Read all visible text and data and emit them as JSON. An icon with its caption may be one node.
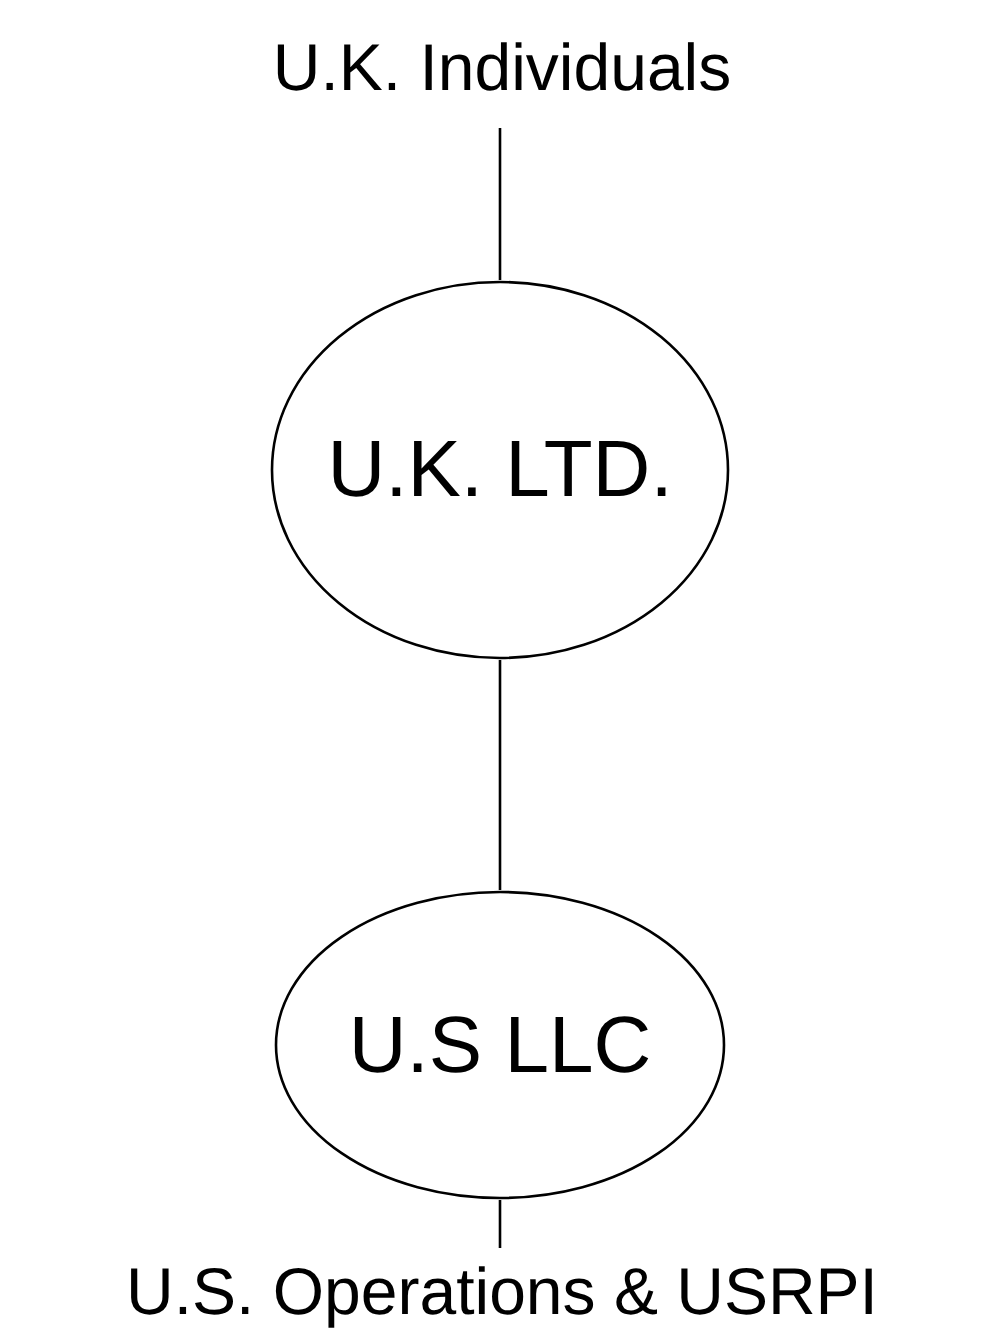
{
  "diagram": {
    "nodes": [
      {
        "text": [
          "U.K. Individuals"
        ]
      },
      {
        "text": [
          "U.K. LTD."
        ]
      },
      {
        "text": [
          "U.S LLC"
        ]
      },
      {
        "text": [
          "U.S. Operations & USRPI"
        ]
      }
    ],
    "edges": [
      {
        "from": 0,
        "to": 1,
        "arrow": "none"
      },
      {
        "from": 1,
        "to": 2,
        "arrow": "none"
      },
      {
        "from": 2,
        "to": 3,
        "arrow": "none"
      }
    ]
  }
}
